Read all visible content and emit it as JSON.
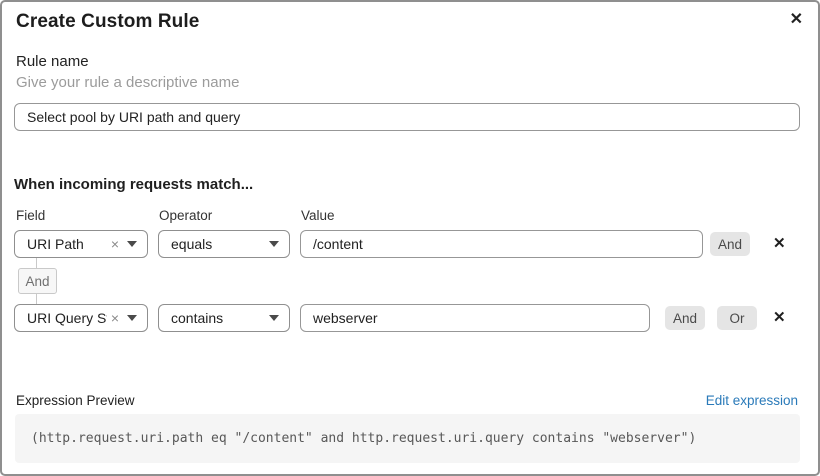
{
  "dialog": {
    "title": "Create Custom Rule"
  },
  "icons": {
    "close": "✕",
    "clear": "×",
    "delete": "✕"
  },
  "rule_name": {
    "label": "Rule name",
    "hint": "Give your rule a descriptive name",
    "value": "Select pool by URI path and query"
  },
  "match": {
    "heading": "When incoming requests match...",
    "columns": {
      "field": "Field",
      "operator": "Operator",
      "value": "Value"
    },
    "connector": "And",
    "rows": [
      {
        "field": "URI Path",
        "operator": "equals",
        "value": "/content",
        "buttons": [
          "And"
        ]
      },
      {
        "field": "URI Query St...",
        "operator": "contains",
        "value": "webserver",
        "buttons": [
          "And",
          "Or"
        ]
      }
    ]
  },
  "expression": {
    "label": "Expression Preview",
    "edit_link": "Edit expression",
    "code": "(http.request.uri.path eq \"/content\" and http.request.uri.query contains \"webserver\")"
  },
  "colors": {
    "link": "#2a7ab9",
    "button_bg": "#e5e5e5",
    "code_bg": "#f5f5f5",
    "border": "#8f8f8f"
  }
}
